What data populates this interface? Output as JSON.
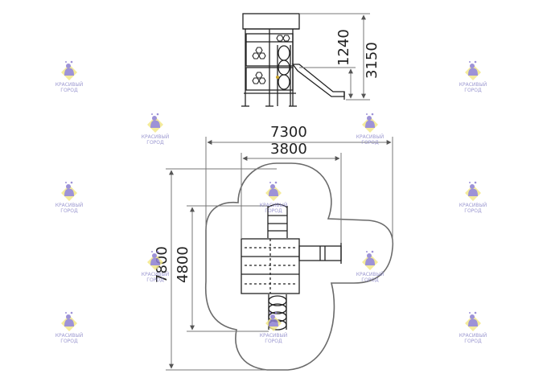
{
  "dimensions": {
    "elevation_platform_height": "1240",
    "elevation_total_height": "3150",
    "plan_total_width": "7300",
    "plan_equipment_width": "3800",
    "plan_total_depth": "7800",
    "plan_equipment_depth": "4800"
  },
  "watermark": {
    "line1": "КРАСИВЫЙ",
    "line2": "ГОРОД",
    "logo_icon": "kitten-logo-icon",
    "colors": {
      "diamond": "#f3e88a",
      "figure": "#8d7fd1"
    }
  },
  "colors": {
    "line": "#222222",
    "dimension_line": "#777777",
    "safety_zone": "#6a6a6a",
    "gold_accent": "#c9a227"
  }
}
